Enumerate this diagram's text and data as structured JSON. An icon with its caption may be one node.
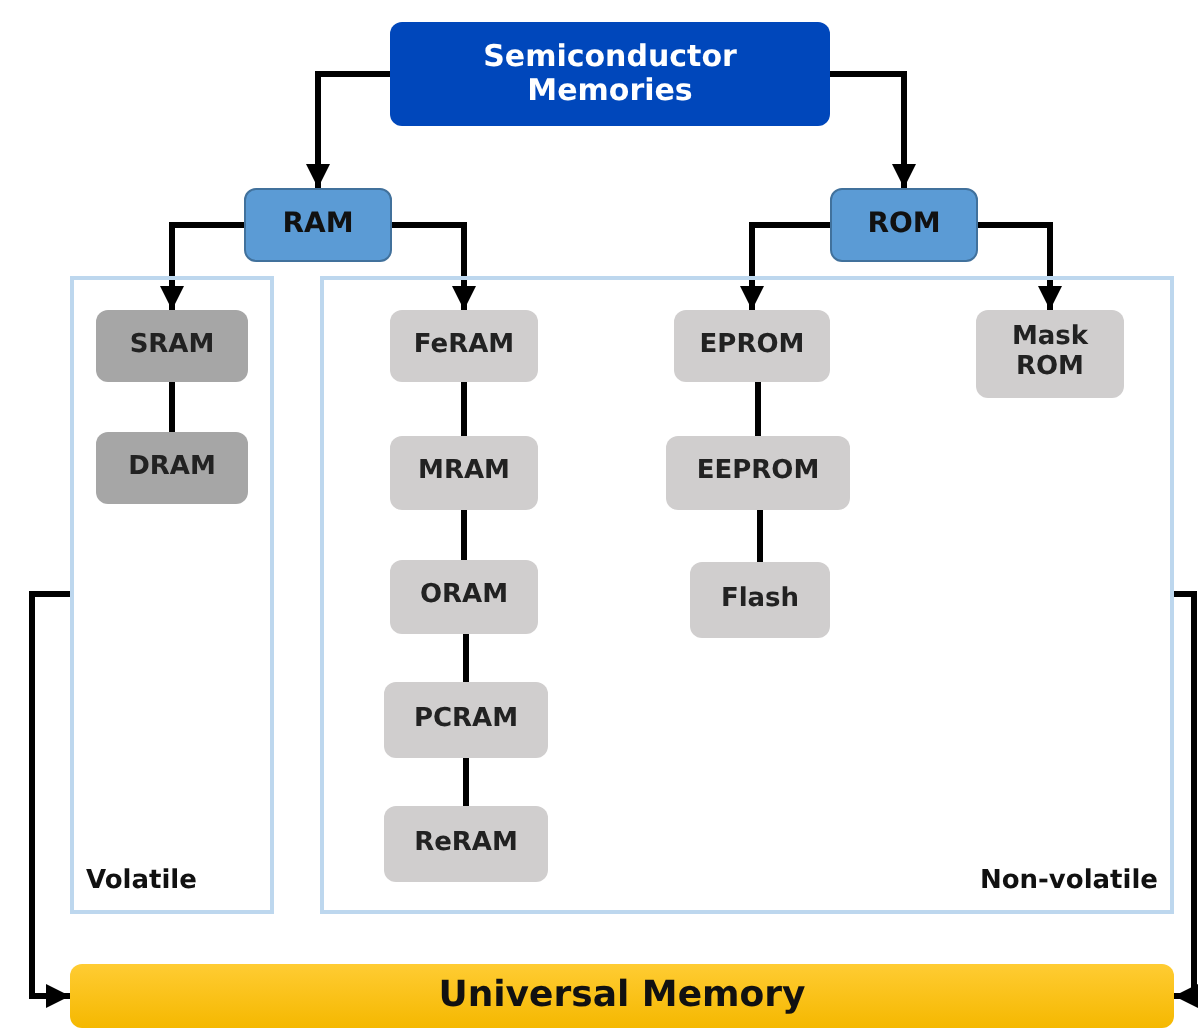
{
  "diagram": {
    "nodes": [
      {
        "text": [
          "Semiconductor Memories"
        ]
      },
      {
        "text": [
          "RAM"
        ]
      },
      {
        "text": [
          "ROM"
        ]
      },
      {
        "text": [
          "Volatile"
        ]
      },
      {
        "text": [
          "SRAM"
        ],
        "in": 3
      },
      {
        "text": [
          "DRAM"
        ],
        "in": 3
      },
      {
        "text": [
          "Non-volatile"
        ]
      },
      {
        "text": [
          "FeRAM"
        ],
        "in": 6
      },
      {
        "text": [
          "MRAM"
        ],
        "in": 6
      },
      {
        "text": [
          "ORAM"
        ],
        "in": 6
      },
      {
        "text": [
          "PCRAM"
        ],
        "in": 6
      },
      {
        "text": [
          "ReRAM"
        ],
        "in": 6
      },
      {
        "text": [
          "EPROM"
        ],
        "in": 6
      },
      {
        "text": [
          "EEPROM"
        ],
        "in": 6
      },
      {
        "text": [
          "Flash"
        ],
        "in": 6
      },
      {
        "text": [
          "Mask ROM"
        ],
        "in": 6
      },
      {
        "text": [
          "Universal Memory"
        ]
      }
    ],
    "edges": [
      {
        "from": 0,
        "to": 1,
        "arrow": "to"
      },
      {
        "from": 0,
        "to": 2,
        "arrow": "to"
      },
      {
        "from": 1,
        "to": 4,
        "arrow": "to"
      },
      {
        "from": 1,
        "to": 7,
        "arrow": "to"
      },
      {
        "from": 2,
        "to": 12,
        "arrow": "to"
      },
      {
        "from": 2,
        "to": 15,
        "arrow": "to"
      },
      {
        "from": 4,
        "to": 5,
        "arrow": "none"
      },
      {
        "from": 7,
        "to": 8,
        "arrow": "none"
      },
      {
        "from": 8,
        "to": 9,
        "arrow": "none"
      },
      {
        "from": 9,
        "to": 10,
        "arrow": "none"
      },
      {
        "from": 10,
        "to": 11,
        "arrow": "none"
      },
      {
        "from": 12,
        "to": 13,
        "arrow": "none"
      },
      {
        "from": 13,
        "to": 14,
        "arrow": "none"
      },
      {
        "from": 3,
        "to": 16,
        "arrow": "to"
      },
      {
        "from": 6,
        "to": 16,
        "arrow": "to"
      }
    ]
  }
}
